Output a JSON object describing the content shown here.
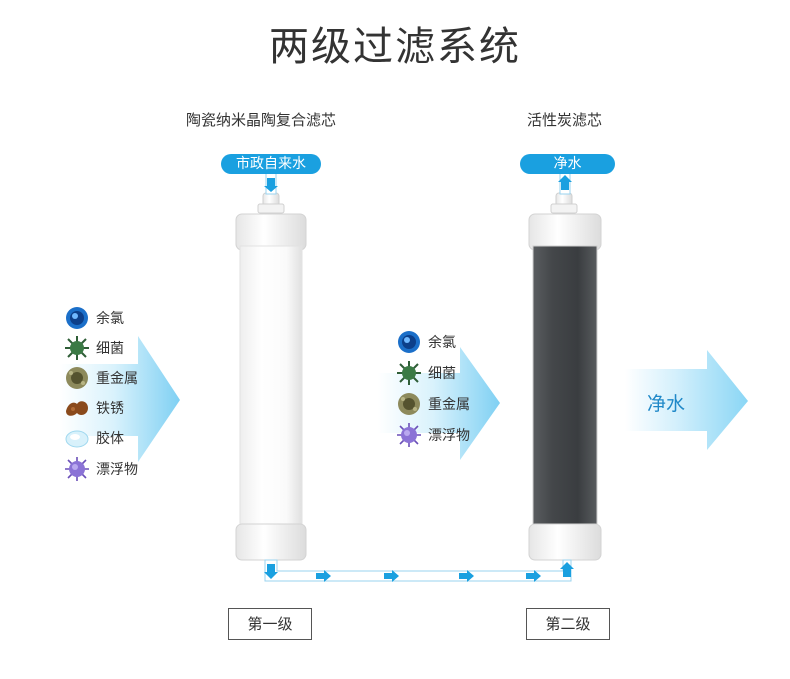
{
  "title": "两级过滤系统",
  "filters": {
    "first": {
      "name": "陶瓷纳米晶陶复合滤芯",
      "input_label": "市政自来水",
      "stage_label": "第一级"
    },
    "second": {
      "name": "活性炭滤芯",
      "output_label": "净水",
      "stage_label": "第二级"
    }
  },
  "contaminants_in": [
    {
      "label": "余氯",
      "icon": "chlorine-icon"
    },
    {
      "label": "细菌",
      "icon": "bacteria-icon"
    },
    {
      "label": "重金属",
      "icon": "heavy-metal-icon"
    },
    {
      "label": "铁锈",
      "icon": "rust-icon"
    },
    {
      "label": "胶体",
      "icon": "colloid-icon"
    },
    {
      "label": "漂浮物",
      "icon": "floating-matter-icon"
    }
  ],
  "contaminants_mid": [
    {
      "label": "余氯",
      "icon": "chlorine-icon"
    },
    {
      "label": "细菌",
      "icon": "bacteria-icon"
    },
    {
      "label": "重金属",
      "icon": "heavy-metal-icon"
    },
    {
      "label": "漂浮物",
      "icon": "floating-matter-icon"
    }
  ],
  "output_arrow_label": "净水",
  "colors": {
    "accent": "#1aa0e0",
    "arrow_light": "#cfeefb",
    "carbon": "#3e4245"
  }
}
